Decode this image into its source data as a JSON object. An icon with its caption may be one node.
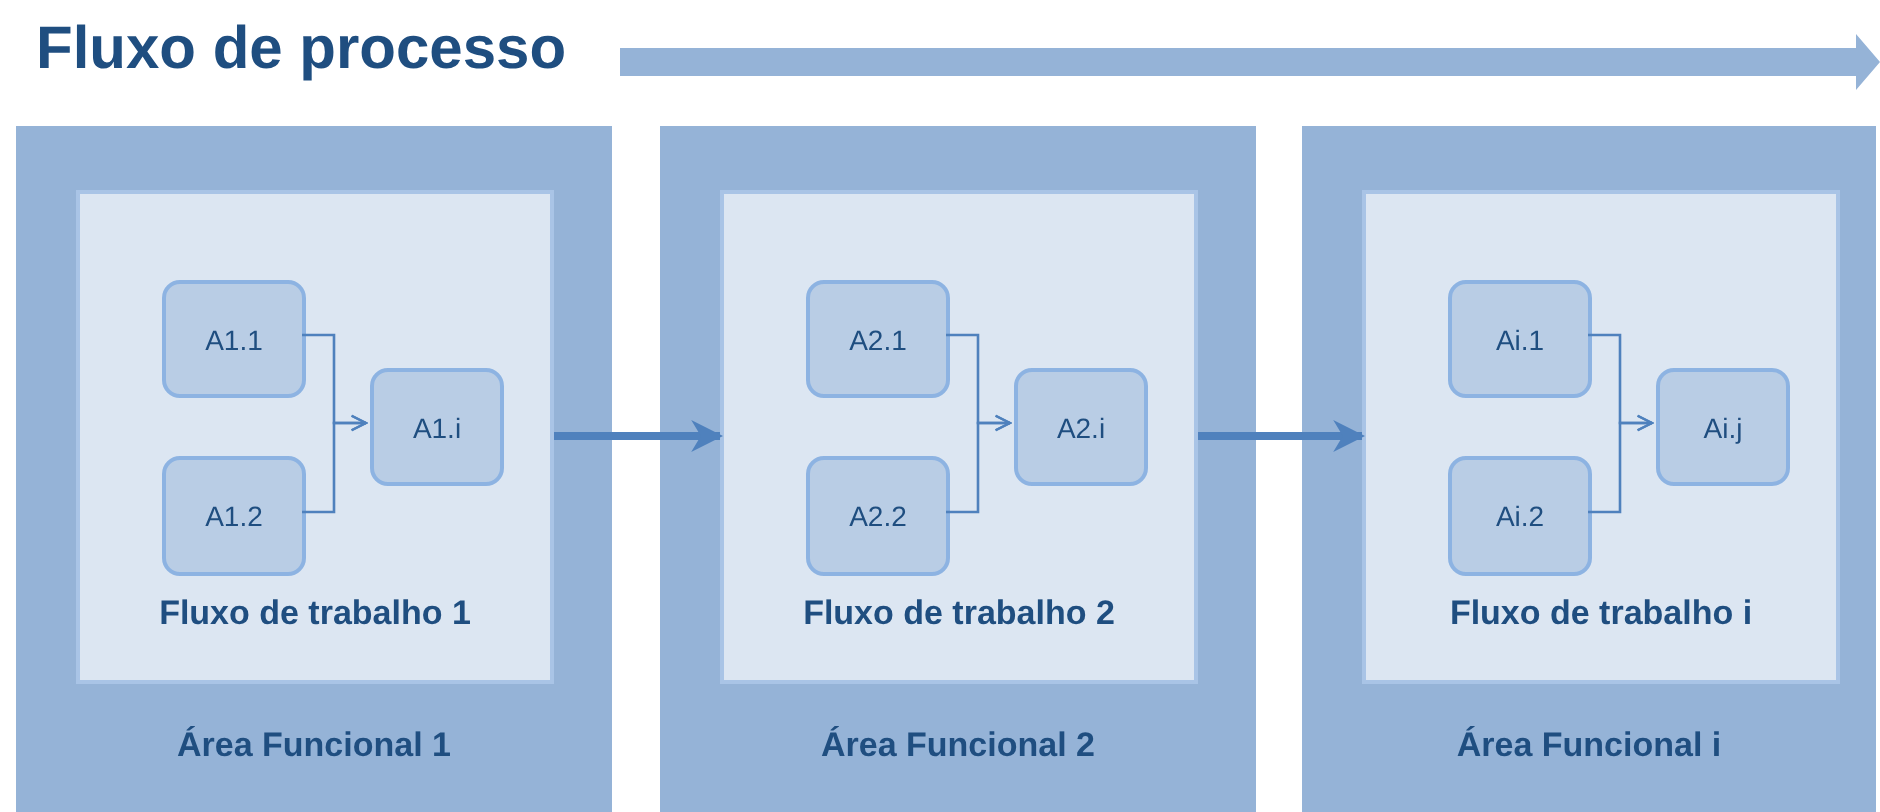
{
  "diagram": {
    "title": "Fluxo de processo",
    "nodes": [
      {
        "text": [
          "Área Funcional 1"
        ]
      },
      {
        "text": [
          "Fluxo de trabalho 1"
        ],
        "in": 0
      },
      {
        "text": [
          "A1.1"
        ],
        "in": 1
      },
      {
        "text": [
          "A1.2"
        ],
        "in": 1
      },
      {
        "text": [
          "A1.i"
        ],
        "in": 1
      },
      {
        "text": [
          "Área Funcional 2"
        ]
      },
      {
        "text": [
          "Fluxo de trabalho 2"
        ],
        "in": 5
      },
      {
        "text": [
          "A2.1"
        ],
        "in": 6
      },
      {
        "text": [
          "A2.2"
        ],
        "in": 6
      },
      {
        "text": [
          "A2.i"
        ],
        "in": 6
      },
      {
        "text": [
          "Área Funcional i"
        ]
      },
      {
        "text": [
          "Fluxo de trabalho i"
        ],
        "in": 10
      },
      {
        "text": [
          "Ai.1"
        ],
        "in": 11
      },
      {
        "text": [
          "Ai.2"
        ],
        "in": 11
      },
      {
        "text": [
          "Ai.j"
        ],
        "in": 11
      }
    ],
    "edges": [
      {
        "from": 2,
        "to": 4,
        "arrow": "to"
      },
      {
        "from": 3,
        "to": 4,
        "arrow": "to"
      },
      {
        "from": 7,
        "to": 9,
        "arrow": "to"
      },
      {
        "from": 8,
        "to": 9,
        "arrow": "to"
      },
      {
        "from": 12,
        "to": 14,
        "arrow": "to"
      },
      {
        "from": 13,
        "to": 14,
        "arrow": "to"
      },
      {
        "from": 1,
        "to": 6,
        "arrow": "to",
        "style": "thick"
      },
      {
        "from": 6,
        "to": 11,
        "arrow": "to",
        "style": "thick"
      }
    ]
  }
}
